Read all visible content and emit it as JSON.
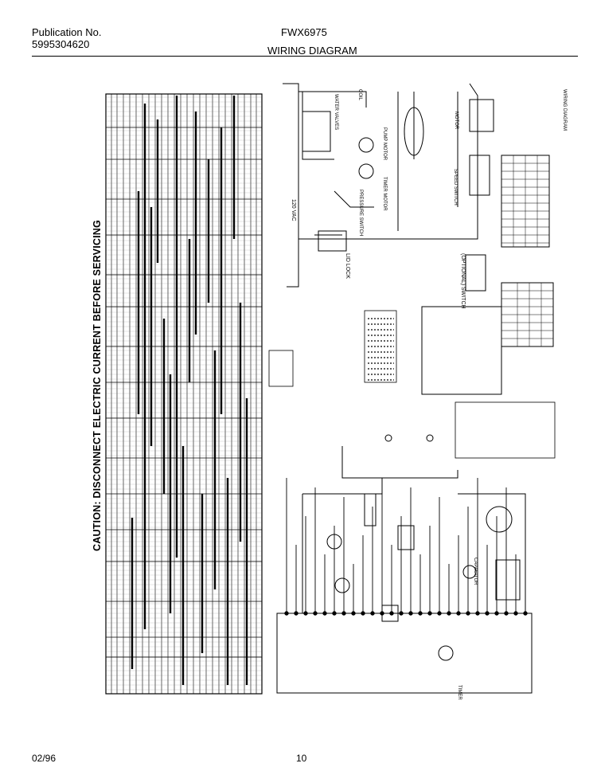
{
  "header": {
    "publication_label": "Publication No.",
    "publication_number": "5995304620",
    "model": "FWX6975",
    "section_title": "WIRING DIAGRAM"
  },
  "caution": "CAUTION: DISCONNECT ELECTRIC CURRENT BEFORE SERVICING",
  "footer": {
    "date": "02/96",
    "page": "10"
  },
  "diagram": {
    "supply_label": "120 VAC",
    "lid_lock_label": "LID LOCK",
    "option_switch_label": "(OPTIONAL) SWITCH",
    "motor_label": "MOTOR",
    "speed_switch_label": "SPEED SWITCH",
    "pump_motor_label": "PUMP MOTOR",
    "timer_motor_label": "TIMER MOTOR",
    "pressure_switch_label": "PRESSURE SWITCH",
    "water_valves_label": "WATER VALVES",
    "coil_label": "COIL",
    "timer_label": "TIMER",
    "capacitor_label": "CAPACITOR",
    "wiring_diagram_note": "WIRING DIAGRAM"
  }
}
